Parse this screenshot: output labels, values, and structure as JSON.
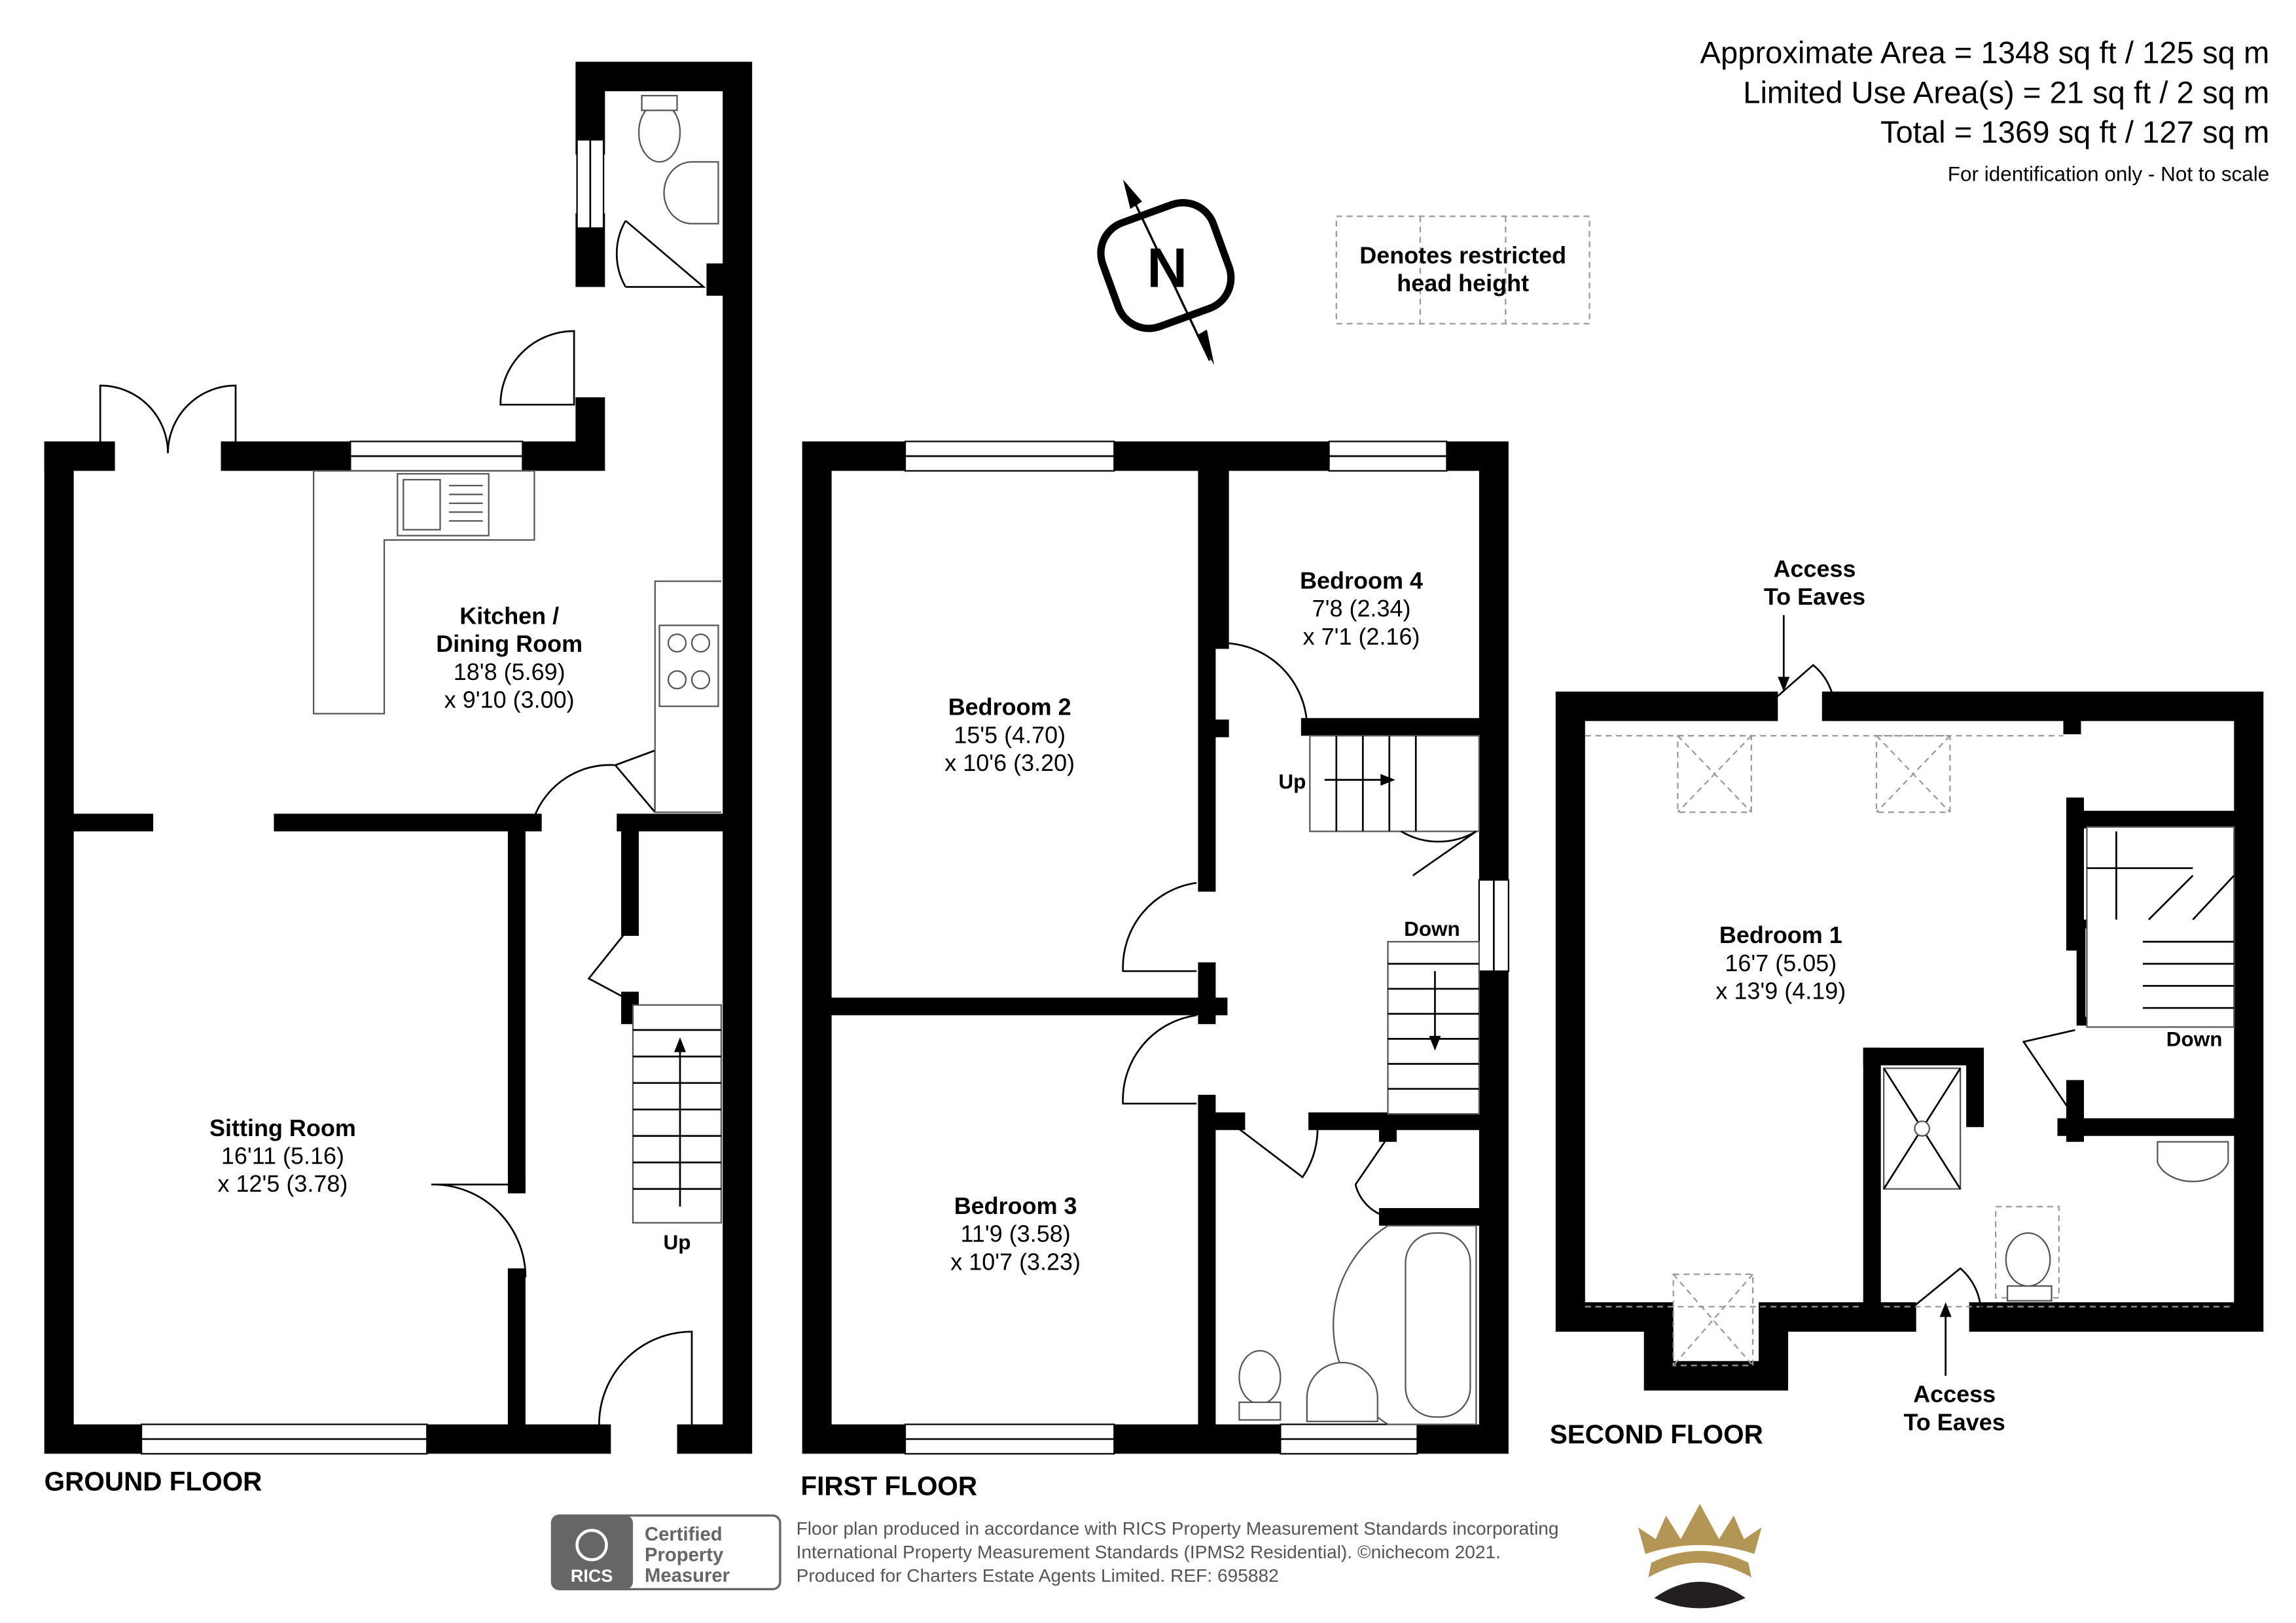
{
  "areas": {
    "approximate": "Approximate Area = 1348 sq ft / 125 sq m",
    "limited_use": "Limited Use Area(s) = 21 sq ft / 2 sq m",
    "total": "Total = 1369 sq ft / 127 sq m",
    "note": "For identification only - Not to scale"
  },
  "legend": {
    "restricted_line1": "Denotes restricted",
    "restricted_line2": "head height"
  },
  "compass": {
    "letter": "N",
    "icon": "north-arrow-icon"
  },
  "ground_floor": {
    "label": "GROUND FLOOR",
    "kitchen": {
      "name1": "Kitchen /",
      "name2": "Dining Room",
      "dim1": "18'8 (5.69)",
      "dim2": "x 9'10 (3.00)"
    },
    "sitting": {
      "name": "Sitting Room",
      "dim1": "16'11 (5.16)",
      "dim2": "x 12'5 (3.78)"
    },
    "stairs": "Up"
  },
  "first_floor": {
    "label": "FIRST FLOOR",
    "bedroom2": {
      "name": "Bedroom 2",
      "dim1": "15'5 (4.70)",
      "dim2": "x 10'6 (3.20)"
    },
    "bedroom3": {
      "name": "Bedroom 3",
      "dim1": "11'9 (3.58)",
      "dim2": "x 10'7 (3.23)"
    },
    "bedroom4": {
      "name": "Bedroom 4",
      "dim1": "7'8 (2.34)",
      "dim2": "x 7'1 (2.16)"
    },
    "up": "Up",
    "down": "Down"
  },
  "second_floor": {
    "label": "SECOND FLOOR",
    "bedroom1": {
      "name": "Bedroom 1",
      "dim1": "16'7 (5.05)",
      "dim2": "x 13'9 (4.19)"
    },
    "down": "Down",
    "access_top": {
      "line1": "Access",
      "line2": "To Eaves"
    },
    "access_bottom": {
      "line1": "Access",
      "line2": "To Eaves"
    }
  },
  "footer": {
    "rics_logo": "RICS",
    "cert_line1": "Certified",
    "cert_line2": "Property",
    "cert_line3": "Measurer",
    "line1": "Floor plan produced in accordance with RICS Property Measurement Standards incorporating",
    "line2": "International Property Measurement Standards (IPMS2 Residential).   ©nichecom 2021.",
    "line3": "Produced for Charters Estate Agents Limited.   REF:  695882",
    "crown_color": "#b39556"
  }
}
